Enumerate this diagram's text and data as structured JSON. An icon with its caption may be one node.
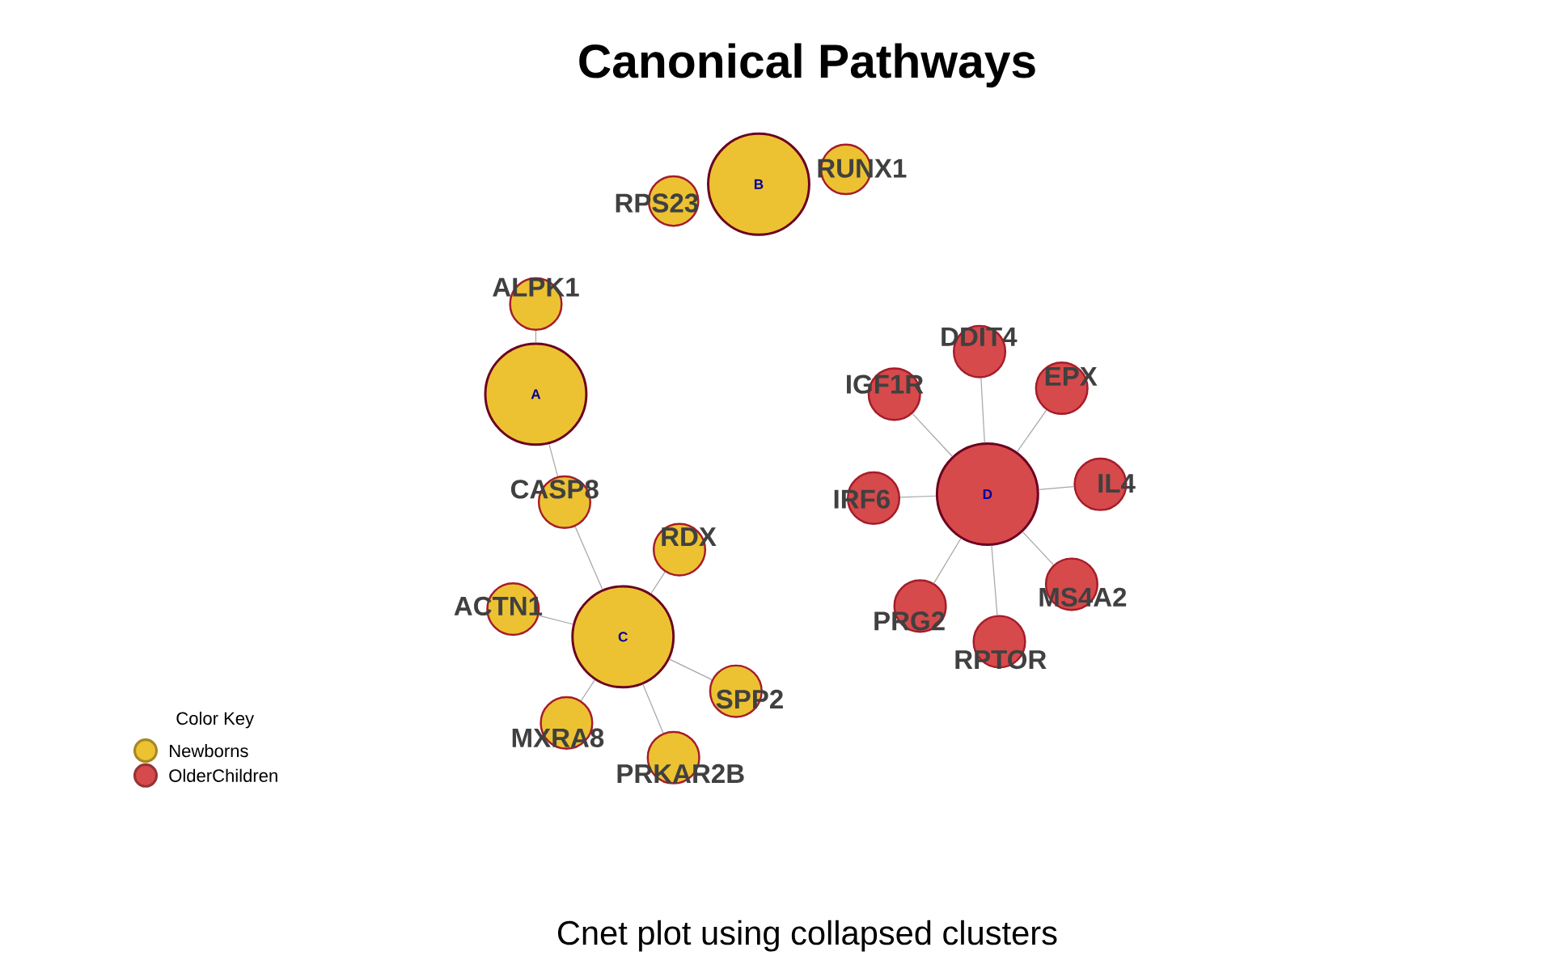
{
  "diagram": {
    "title": "Canonical Pathways",
    "caption": "Cnet plot using collapsed clusters",
    "nodes": [
      {
        "text": [
          "B"
        ]
      },
      {
        "text": [
          "RPS23"
        ]
      },
      {
        "text": [
          "RUNX1"
        ]
      },
      {
        "text": [
          "ALPK1"
        ]
      },
      {
        "text": [
          "A"
        ]
      },
      {
        "text": [
          "CASP8"
        ]
      },
      {
        "text": [
          "RDX"
        ]
      },
      {
        "text": [
          "ACTN1"
        ]
      },
      {
        "text": [
          "C"
        ]
      },
      {
        "text": [
          "SPP2"
        ]
      },
      {
        "text": [
          "MXRA8"
        ]
      },
      {
        "text": [
          "PRKAR2B"
        ]
      },
      {
        "text": [
          "DDIT4"
        ]
      },
      {
        "text": [
          "IGF1R"
        ]
      },
      {
        "text": [
          "EPX"
        ]
      },
      {
        "text": [
          "D"
        ]
      },
      {
        "text": [
          "IRF6"
        ]
      },
      {
        "text": [
          "IL4"
        ]
      },
      {
        "text": [
          "PRG2"
        ]
      },
      {
        "text": [
          "MS4A2"
        ]
      },
      {
        "text": [
          "RPTOR"
        ]
      }
    ],
    "edges": [
      {
        "from": 4,
        "to": 3,
        "arrow": "none"
      },
      {
        "from": 4,
        "to": 5,
        "arrow": "none"
      },
      {
        "from": 8,
        "to": 5,
        "arrow": "none"
      },
      {
        "from": 8,
        "to": 6,
        "arrow": "none"
      },
      {
        "from": 8,
        "to": 7,
        "arrow": "none"
      },
      {
        "from": 8,
        "to": 9,
        "arrow": "none"
      },
      {
        "from": 8,
        "to": 10,
        "arrow": "none"
      },
      {
        "from": 8,
        "to": 11,
        "arrow": "none"
      },
      {
        "from": 15,
        "to": 12,
        "arrow": "none"
      },
      {
        "from": 15,
        "to": 13,
        "arrow": "none"
      },
      {
        "from": 15,
        "to": 14,
        "arrow": "none"
      },
      {
        "from": 15,
        "to": 16,
        "arrow": "none"
      },
      {
        "from": 15,
        "to": 17,
        "arrow": "none"
      },
      {
        "from": 15,
        "to": 18,
        "arrow": "none"
      },
      {
        "from": 15,
        "to": 19,
        "arrow": "none"
      },
      {
        "from": 15,
        "to": 20,
        "arrow": "none"
      }
    ],
    "labels": [
      "Color Key"
    ],
    "legend": [
      {
        "text": "Newborns",
        "color": "#ecc232"
      },
      {
        "text": "OlderChildren",
        "color": "#d64a4b"
      }
    ]
  }
}
